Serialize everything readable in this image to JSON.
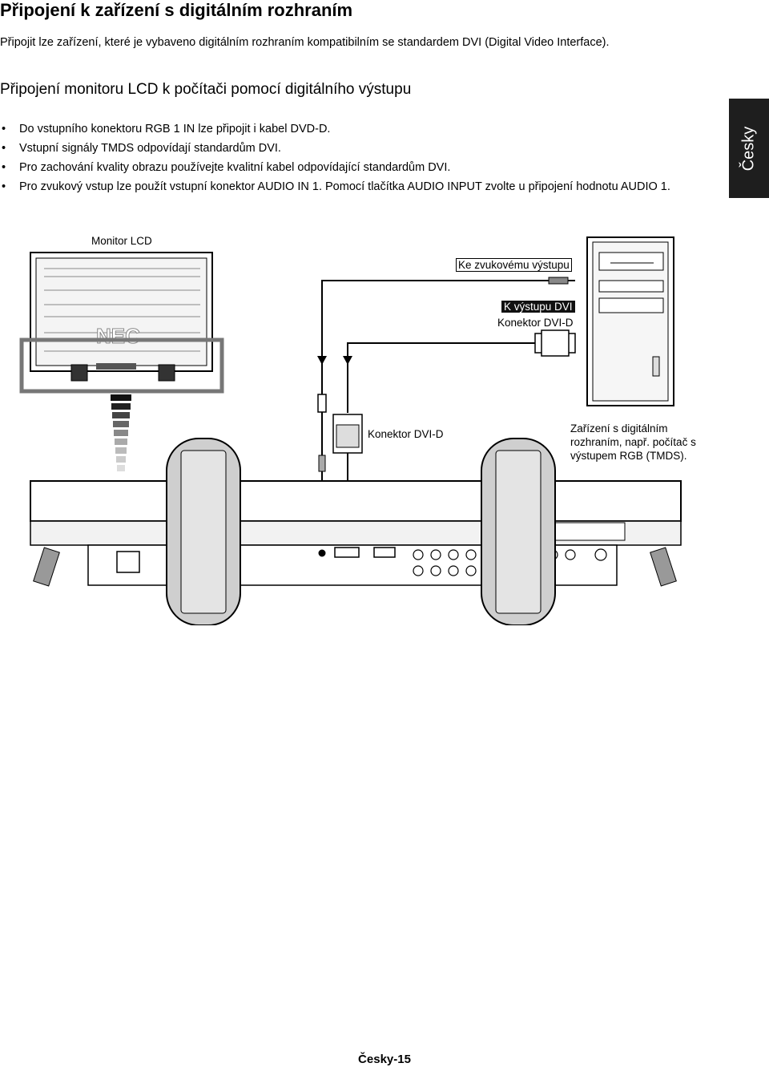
{
  "page": {
    "title": "Připojení k zařízení s digitálním rozhraním",
    "intro": "Připojit lze zařízení, které je vybaveno digitálním rozhraním kompatibilním se standardem DVI (Digital Video Interface).",
    "section_title": "Připojení monitoru LCD k počítači pomocí digitálního výstupu",
    "bullet_char": "•",
    "bullets": [
      "Do vstupního konektoru RGB 1 IN lze připojit i kabel DVD-D.",
      "Vstupní signály TMDS odpovídají standardům DVI.",
      "Pro zachování kvality obrazu používejte kvalitní kabel odpovídající standardům DVI.",
      "Pro zvukový vstup lze použít vstupní konektor AUDIO IN 1. Pomocí tlačítka AUDIO INPUT zvolte u připojení hodnotu AUDIO 1."
    ],
    "language_tab": "Česky",
    "footer": "Česky-15"
  },
  "diagram": {
    "monitor_label": "Monitor LCD",
    "logo_text": "NEC",
    "audio_out_label": "Ke zvukovému výstupu",
    "dvi_out_label": "K výstupu DVI",
    "dvi_connector_label_pc": "Konektor DVI-D",
    "dvi_connector_label_cable": "Konektor DVI-D",
    "device_line1": "Zařízení s digitálním",
    "device_line2": "rozhraním, např. počítač s",
    "device_line3": "výstupem RGB (TMDS)."
  }
}
